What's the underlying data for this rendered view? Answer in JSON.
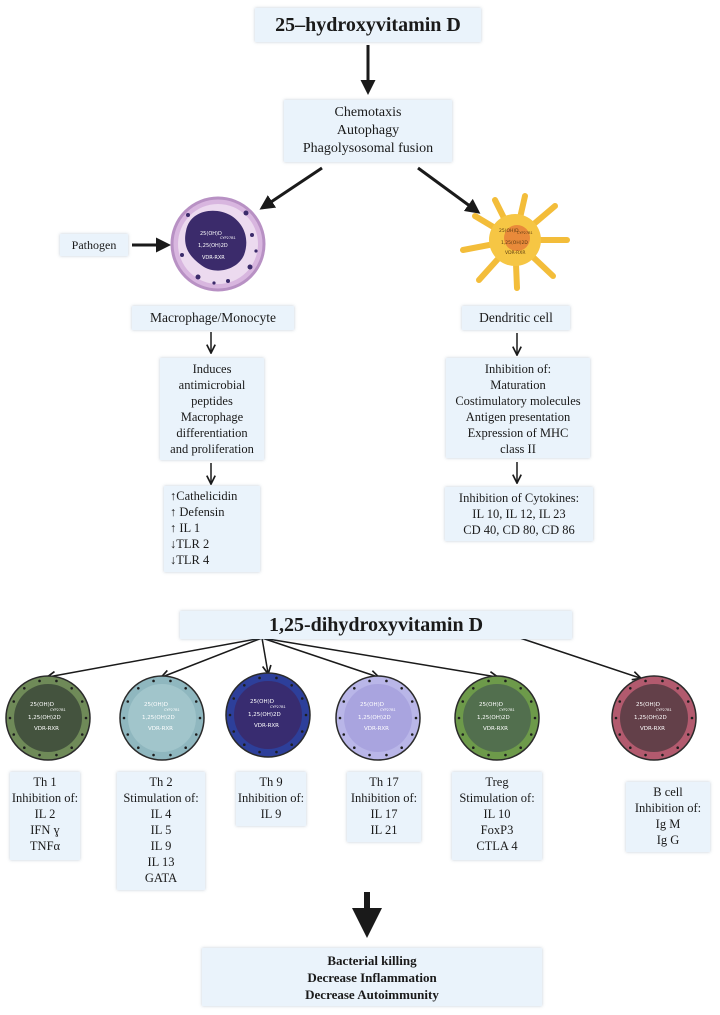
{
  "top_title": "25–hydroxyvitamin D",
  "first_effects": [
    "Chemotaxis",
    "Autophagy",
    "Phagolysosomal fusion"
  ],
  "pathogen_label": "Pathogen",
  "macrophage": {
    "name": "Macrophage/Monocyte",
    "effects": [
      "Induces",
      "antimicrobial",
      "peptides",
      "Macrophage",
      "differentiation",
      "and proliferation"
    ],
    "markers": [
      "↑Cathelicidin",
      "↑ Defensin",
      "↑ IL 1",
      "↓TLR 2",
      "↓TLR 4"
    ],
    "cell_text": [
      "25(OH)D",
      "CYP27B1",
      "1,25(OH)2D",
      "VDR-RXR"
    ]
  },
  "dendritic": {
    "name": "Dendritic cell",
    "effects": [
      "Inhibition of:",
      "Maturation",
      "Costimulatory molecules",
      "Antigen presentation",
      "Expression of MHC",
      "class II"
    ],
    "cytokines": [
      "Inhibition of Cytokines:",
      "IL 10, IL 12, IL 23",
      "CD 40, CD 80, CD 86"
    ],
    "cell_text": [
      "25(OH)D",
      "CYP27B1",
      "1,25(OH)2D",
      "VDR-RXR"
    ]
  },
  "mid_title": "1,25-dihydroxyvitamin D",
  "cell_text": [
    "25(OH)D",
    "CYP27B1",
    "1,25(OH)2D",
    "VDR-RXR"
  ],
  "t_cells": [
    {
      "key": "th1",
      "lines": [
        "Th 1",
        "Inhibition of:",
        "IL 2",
        "IFN ɣ",
        "TNFα"
      ],
      "color": "#6f8a58",
      "core": "#3f4d3c"
    },
    {
      "key": "th2",
      "lines": [
        "Th 2",
        "Stimulation of:",
        "IL 4",
        "IL 5",
        "IL 9",
        "IL 13",
        "GATA"
      ],
      "color": "#8fb7bf",
      "core": "#a3c6cc"
    },
    {
      "key": "th9",
      "lines": [
        "Th 9",
        "Inhibition of:",
        "IL 9"
      ],
      "color": "#2d3f9a",
      "core": "#3a2a6c"
    },
    {
      "key": "th17",
      "lines": [
        "Th 17",
        "Inhibition of:",
        "IL 17",
        "IL 21"
      ],
      "color": "#b9b6e8",
      "core": "#a7a2de"
    },
    {
      "key": "treg",
      "lines": [
        "Treg",
        "Stimulation of:",
        "IL 10",
        "FoxP3",
        "CTLA 4"
      ],
      "color": "#6d9a4a",
      "core": "#4f6a4f"
    },
    {
      "key": "bcell",
      "lines": [
        "B cell",
        "Inhibition of:",
        "Ig M",
        "Ig G"
      ],
      "color": "#b25a6e",
      "core": "#5a3d45"
    }
  ],
  "outcomes": [
    "Bacterial killing",
    "Decrease Inflammation",
    "Decrease Autoimmunity"
  ],
  "colors": {
    "box_bg": "#eaf3fb",
    "arrow": "#1a1a1a",
    "macrophage_ring": "#d9b8e0",
    "macrophage_nucleus": "#3d2a6b",
    "dendritic": "#f6c644"
  }
}
